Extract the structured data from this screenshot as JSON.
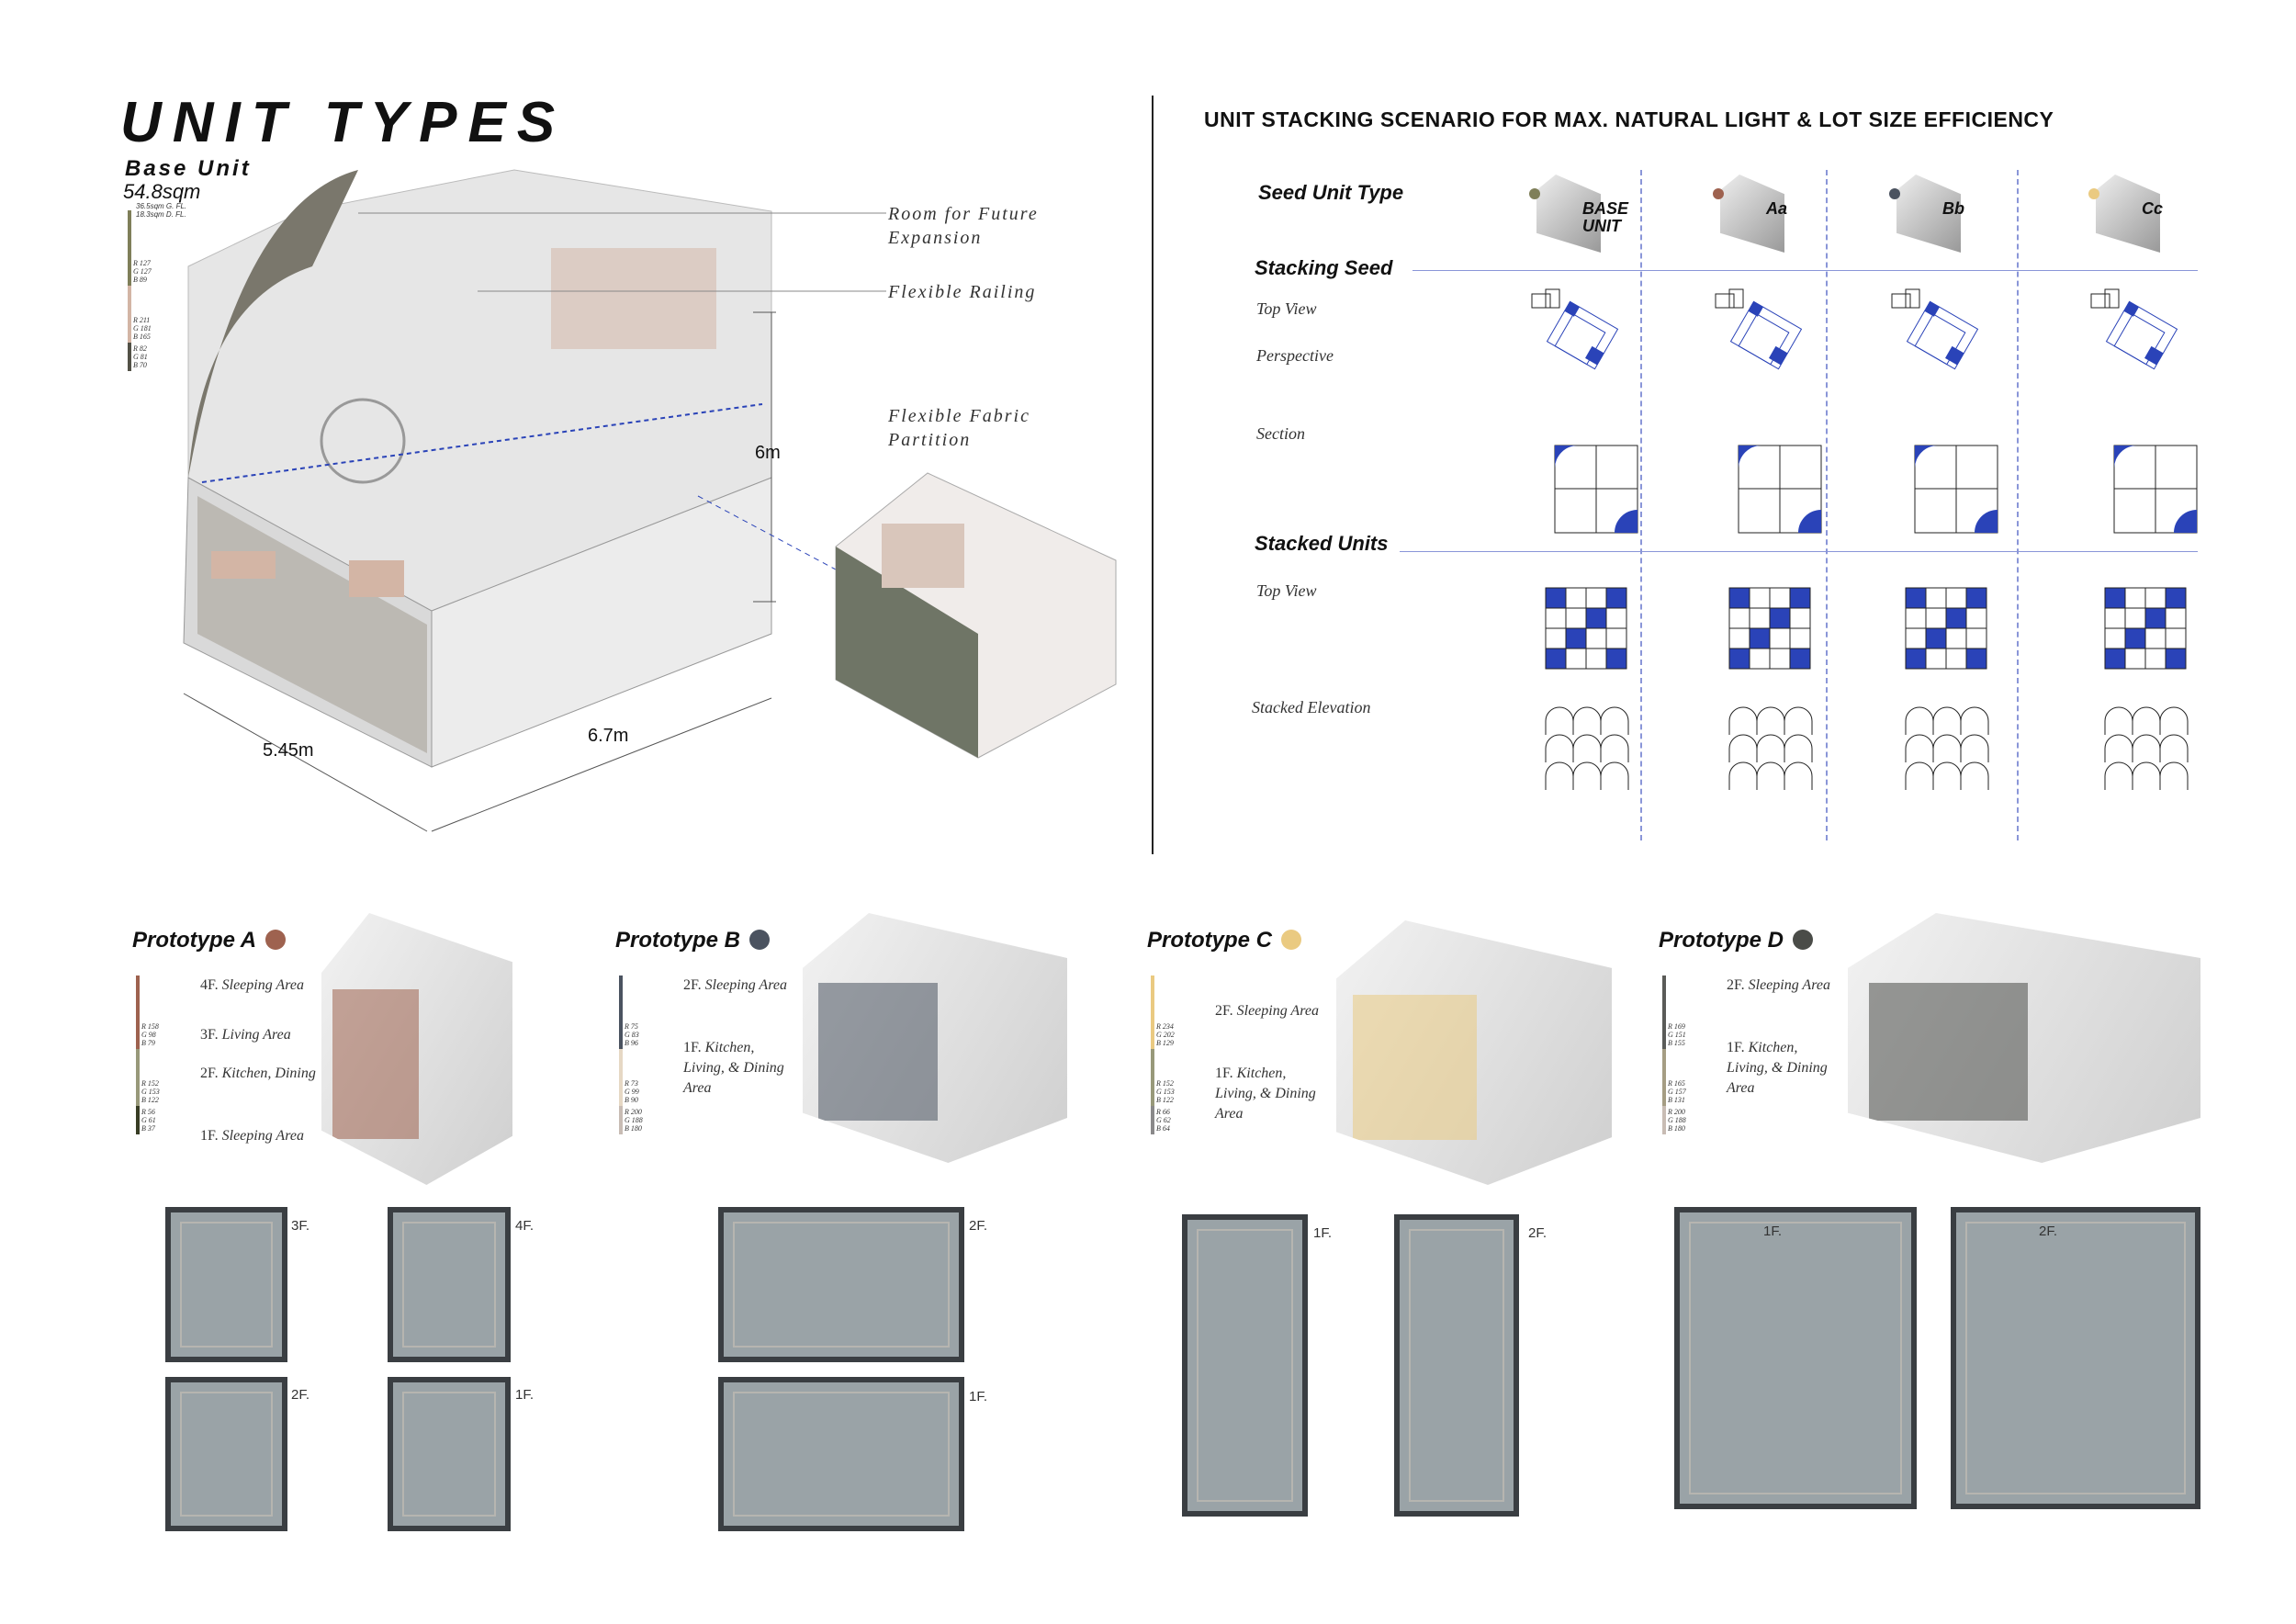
{
  "left": {
    "title": "UNIT TYPES",
    "subtitle": "Base Unit",
    "area": "54.8sqm",
    "area_ground": "36.5sqm G. FL.",
    "area_deck": "18.3sqm D. FL.",
    "legend": [
      {
        "color": "#7f7f59",
        "rgb": [
          "R 127",
          "G 127",
          "B 89"
        ]
      },
      {
        "color": "#d3b5a5",
        "rgb": [
          "R 211",
          "G 181",
          "B 165"
        ]
      },
      {
        "color": "#525146",
        "rgb": [
          "R 82",
          "G 81",
          "B 70"
        ]
      }
    ],
    "annotations": {
      "room": "Room for Future Expansion",
      "railing": "Flexible Railing",
      "fabric": "Flexible Fabric Partition"
    },
    "dims": {
      "height": "6m",
      "width": "5.45m",
      "depth": "6.7m"
    }
  },
  "right": {
    "title": "UNIT STACKING SCENARIO FOR MAX. NATURAL LIGHT & LOT SIZE EFFICIENCY",
    "seed_unit_type": "Seed Unit Type",
    "columns": [
      "BASE UNIT",
      "Aa",
      "Bb",
      "Cc"
    ],
    "column_colors": [
      "#7f7f59",
      "#9e624f",
      "#4b5360",
      "#eaca81"
    ],
    "stacking_seed": "Stacking Seed",
    "top_view": "Top View",
    "perspective": "Perspective",
    "section": "Section",
    "stacked_units": "Stacked Units",
    "top_view2": "Top View",
    "stacked_elevation": "Stacked Elevation",
    "accent": "#2a43b8"
  },
  "prototypes": [
    {
      "name": "Prototype A",
      "color": "#9e624f",
      "labels": [
        [
          "4F.",
          "Sleeping Area"
        ],
        [
          "3F.",
          "Living Area"
        ],
        [
          "2F.",
          "Kitchen, Dining"
        ],
        [
          "1F.",
          "Sleeping Area"
        ]
      ],
      "legend": [
        {
          "color": "#9e624f",
          "rgb": [
            "R 158",
            "G 98",
            "B 79"
          ]
        },
        {
          "color": "#98997a",
          "rgb": [
            "R 152",
            "G 153",
            "B 122"
          ]
        },
        {
          "color": "#383d25",
          "rgb": [
            "R 56",
            "G 61",
            "B 37"
          ]
        }
      ],
      "floors": [
        "3F.",
        "4F.",
        "2F.",
        "1F."
      ]
    },
    {
      "name": "Prototype B",
      "color": "#4b5360",
      "labels": [
        [
          "2F.",
          "Sleeping Area"
        ],
        [
          "1F.",
          "Kitchen, Living, & Dining Area"
        ]
      ],
      "legend": [
        {
          "color": "#4b5360",
          "rgb": [
            "R 75",
            "G 83",
            "B 96"
          ]
        },
        {
          "color": "#e6d8c4",
          "rgb": [
            "R 73",
            "G 99",
            "B 90"
          ]
        },
        {
          "color": "#c8bcb4",
          "rgb": [
            "R 200",
            "G 188",
            "B 180"
          ]
        }
      ],
      "floors": [
        "2F.",
        "1F."
      ]
    },
    {
      "name": "Prototype C",
      "color": "#eaca81",
      "labels": [
        [
          "2F.",
          "Sleeping Area"
        ],
        [
          "1F.",
          "Kitchen, Living, & Dining Area"
        ]
      ],
      "legend": [
        {
          "color": "#eaca81",
          "rgb": [
            "R 234",
            "G 202",
            "B 129"
          ]
        },
        {
          "color": "#98997a",
          "rgb": [
            "R 152",
            "G 153",
            "B 122"
          ]
        },
        {
          "color": "#8a898a",
          "rgb": [
            "R 66",
            "G 62",
            "B 64"
          ]
        }
      ],
      "floors": [
        "1F.",
        "2F."
      ]
    },
    {
      "name": "Prototype D",
      "color": "#4a4c48",
      "labels": [
        [
          "2F.",
          "Sleeping Area"
        ],
        [
          "1F.",
          "Kitchen, Living, & Dining Area"
        ]
      ],
      "legend": [
        {
          "color": "#5a5b58",
          "rgb": [
            "R 169",
            "G 151",
            "B 155"
          ]
        },
        {
          "color": "#a59d83",
          "rgb": [
            "R 165",
            "G 157",
            "B 131"
          ]
        },
        {
          "color": "#c8bcb4",
          "rgb": [
            "R 200",
            "G 188",
            "B 180"
          ]
        }
      ],
      "floors": [
        "1F.",
        "2F."
      ]
    }
  ]
}
